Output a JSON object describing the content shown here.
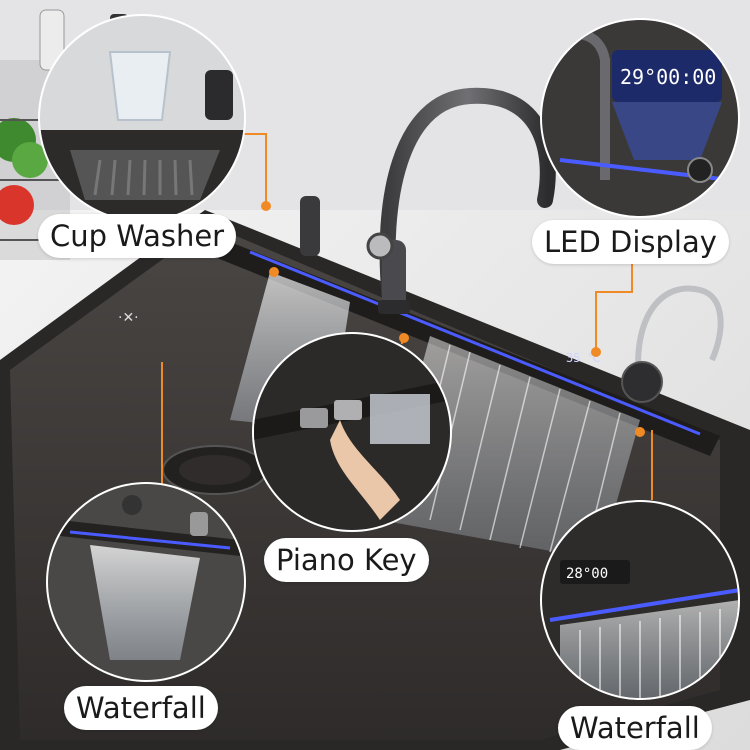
{
  "labels": {
    "cup_washer": "Cup Washer",
    "led_display": "LED Display",
    "piano_key": "Piano Key",
    "waterfall_left": "Waterfall",
    "waterfall_right": "Waterfall"
  },
  "displays": {
    "led_closeup": "29°00:00",
    "sink_panel": "35 ℃",
    "small_closeup": "28°00"
  },
  "colors": {
    "accent_line": "#f08a24",
    "led_blue": "#4a5bff",
    "sink_dark": "#3a3735",
    "countertop": "#f2f2f2"
  }
}
